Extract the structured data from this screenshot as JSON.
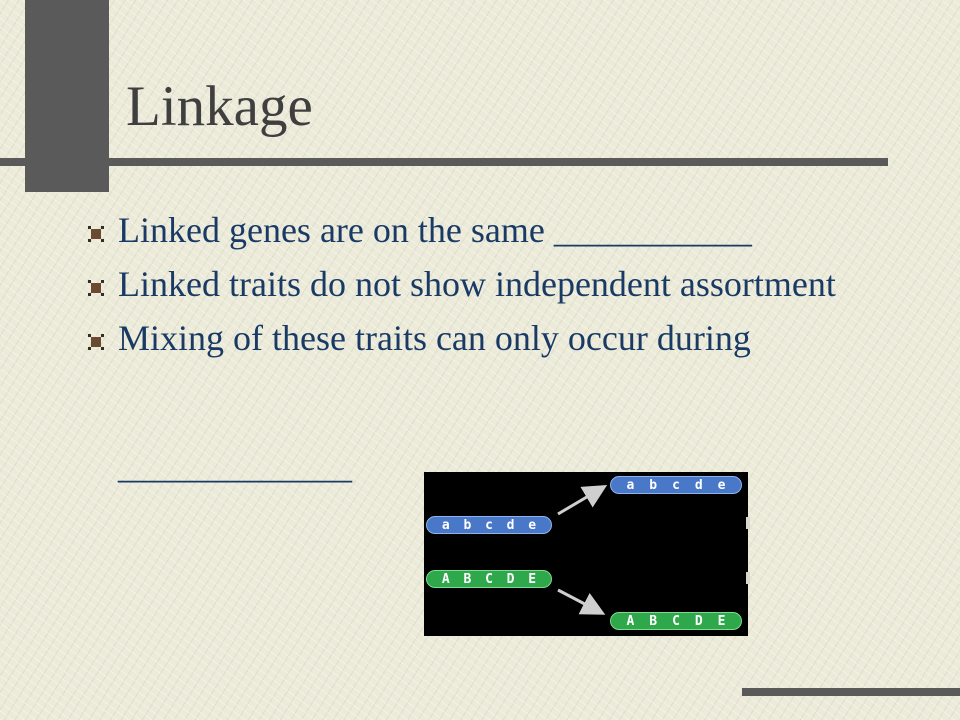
{
  "slide": {
    "title": "Linkage",
    "bullets": [
      "Linked genes are on the same ___________",
      "Linked traits do not show independent assortment",
      "Mixing of these traits can only occur during"
    ],
    "trailing_blank": "_____________"
  },
  "figure": {
    "chromosomes": {
      "lower_left": [
        "a",
        "b",
        "c",
        "d",
        "e"
      ],
      "upper_left": [
        "A",
        "B",
        "C",
        "D",
        "E"
      ],
      "top_right": [
        "a",
        "b",
        "c",
        "d",
        "e"
      ],
      "bottom_right": [
        "A",
        "B",
        "C",
        "D",
        "E"
      ]
    },
    "colors": {
      "lowercase": "#4a78c8",
      "uppercase": "#2ea84a",
      "arrow": "#cfcfcf"
    }
  }
}
